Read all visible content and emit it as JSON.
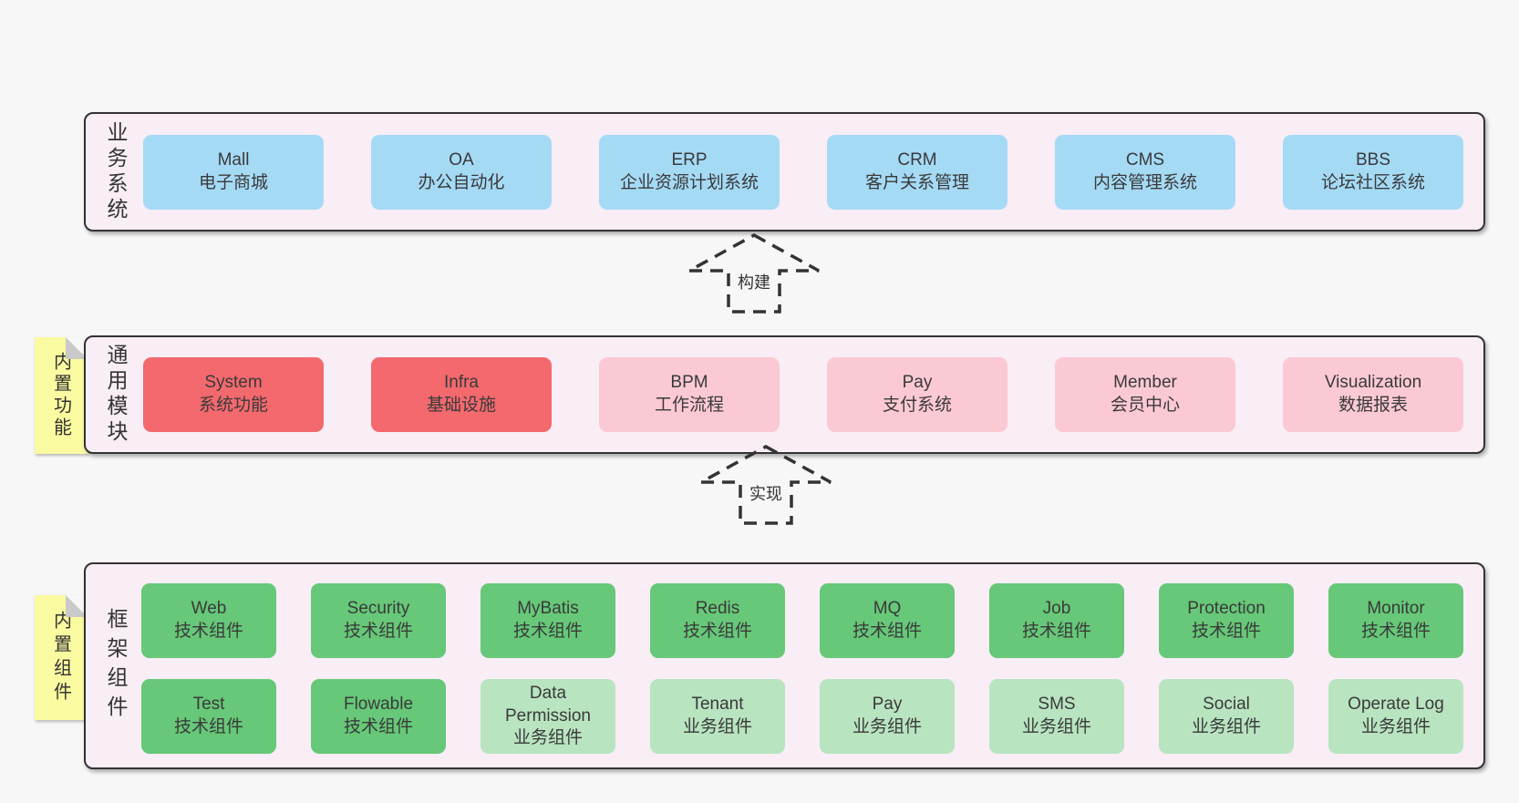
{
  "colors": {
    "page_bg": "#f7f7f7",
    "container_bg": "#f9edf6",
    "container_border": "#333333",
    "box_blue": "#a5daf5",
    "box_red": "#f3696e",
    "box_pink": "#fbc9d4",
    "box_green": "#66c878",
    "box_light_green": "#b8e4c0",
    "note_bg": "#fafaa0",
    "note_fold": "#c9c9c9",
    "text": "#3a3a3a",
    "arrow": "#333333"
  },
  "arrows": [
    {
      "label": "构建"
    },
    {
      "label": "实现"
    }
  ],
  "layers": [
    {
      "label": "业务系统",
      "rows": [
        [
          {
            "title": "Mall",
            "subtitle": "电子商城",
            "color": "blue"
          },
          {
            "title": "OA",
            "subtitle": "办公自动化",
            "color": "blue"
          },
          {
            "title": "ERP",
            "subtitle": "企业资源计划系统",
            "color": "blue"
          },
          {
            "title": "CRM",
            "subtitle": "客户关系管理",
            "color": "blue"
          },
          {
            "title": "CMS",
            "subtitle": "内容管理系统",
            "color": "blue"
          },
          {
            "title": "BBS",
            "subtitle": "论坛社区系统",
            "color": "blue"
          }
        ]
      ]
    },
    {
      "label": "通用模块",
      "note": "内置功能",
      "rows": [
        [
          {
            "title": "System",
            "subtitle": "系统功能",
            "color": "red"
          },
          {
            "title": "Infra",
            "subtitle": "基础设施",
            "color": "red"
          },
          {
            "title": "BPM",
            "subtitle": "工作流程",
            "color": "pink"
          },
          {
            "title": "Pay",
            "subtitle": "支付系统",
            "color": "pink"
          },
          {
            "title": "Member",
            "subtitle": "会员中心",
            "color": "pink"
          },
          {
            "title": "Visualization",
            "subtitle": "数据报表",
            "color": "pink"
          }
        ]
      ]
    },
    {
      "label": "框架组件",
      "note": "内置组件",
      "rows": [
        [
          {
            "title": "Web",
            "subtitle": "技术组件",
            "color": "green"
          },
          {
            "title": "Security",
            "subtitle": "技术组件",
            "color": "green"
          },
          {
            "title": "MyBatis",
            "subtitle": "技术组件",
            "color": "green"
          },
          {
            "title": "Redis",
            "subtitle": "技术组件",
            "color": "green"
          },
          {
            "title": "MQ",
            "subtitle": "技术组件",
            "color": "green"
          },
          {
            "title": "Job",
            "subtitle": "技术组件",
            "color": "green"
          },
          {
            "title": "Protection",
            "subtitle": "技术组件",
            "color": "green"
          },
          {
            "title": "Monitor",
            "subtitle": "技术组件",
            "color": "green"
          }
        ],
        [
          {
            "title": "Test",
            "subtitle": "技术组件",
            "color": "green"
          },
          {
            "title": "Flowable",
            "subtitle": "技术组件",
            "color": "green"
          },
          {
            "title": "Data Permission",
            "subtitle": "业务组件",
            "color": "light_green"
          },
          {
            "title": "Tenant",
            "subtitle": "业务组件",
            "color": "light_green"
          },
          {
            "title": "Pay",
            "subtitle": "业务组件",
            "color": "light_green"
          },
          {
            "title": "SMS",
            "subtitle": "业务组件",
            "color": "light_green"
          },
          {
            "title": "Social",
            "subtitle": "业务组件",
            "color": "light_green"
          },
          {
            "title": "Operate Log",
            "subtitle": "业务组件",
            "color": "light_green"
          }
        ]
      ]
    }
  ]
}
